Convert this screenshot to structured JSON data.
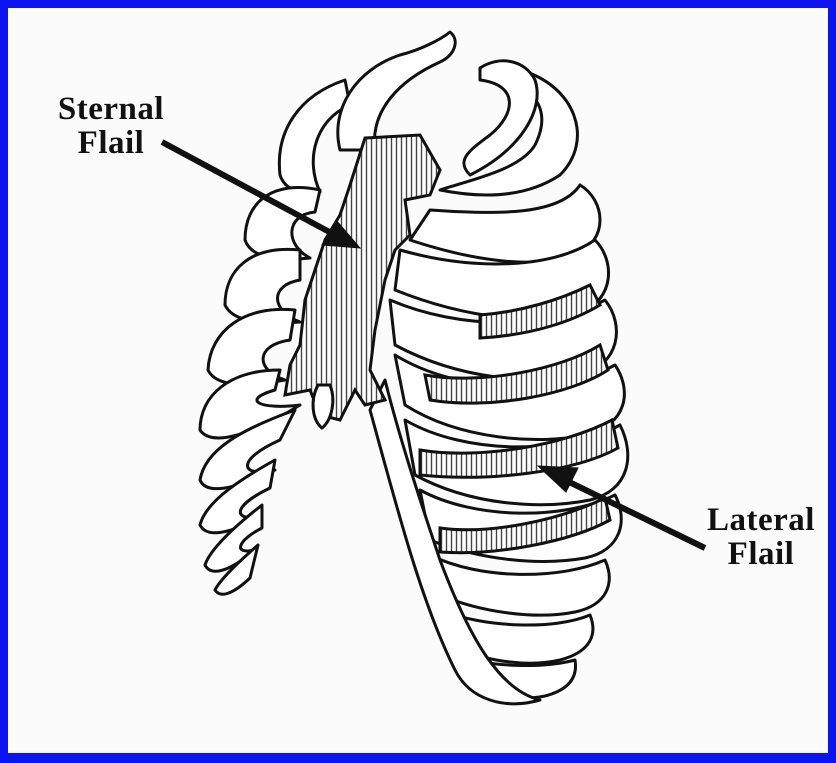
{
  "labels": {
    "sternal": {
      "line1": "Sternal",
      "line2": "Flail"
    },
    "lateral": {
      "line1": "Lateral",
      "line2": "Flail"
    }
  },
  "colors": {
    "frame": "#0a14f0",
    "background": "#fbfbfb",
    "ink": "#111111",
    "hatch": "#555555"
  }
}
